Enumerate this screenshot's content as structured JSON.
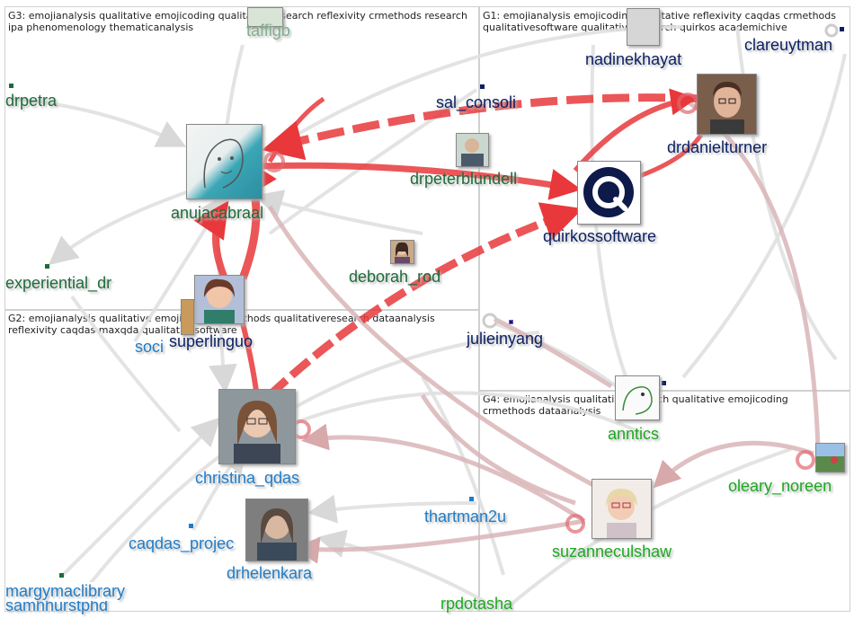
{
  "groups": {
    "g1": "G1: emojianalysis emojicoding qualitative reflexivity caqdas crmethods qualitativesoftware qualitativeresearch quirkos academichive",
    "g2": "G2: emojianalysis qualitative emojicoding crmethods qualitativeresearch dataanalysis reflexivity caqdas maxqda qualitativesoftware",
    "g3": "G3: emojianalysis qualitative emojicoding qualitativeresearch reflexivity crmethods research ipa phenomenology thematicanalysis",
    "g4": "G4: emojianalysis qualitativeresearch qualitative emojicoding crmethods dataanalysis"
  },
  "nodes": {
    "taffigb": "taffigb",
    "drpetra": "drpetra",
    "experiential_dr": "experiential_dr",
    "anujacabraal": "anujacabraal",
    "superlinguo": "superlinguo",
    "soci": "soci",
    "sal_consoli": "sal_consoli",
    "drpeterblundell": "drpeterblundell",
    "deborah_rod": "deborah_rod",
    "nadinekhayat": "nadinekhayat",
    "clareuytman": "clareuytman",
    "drdanielturner": "drdanielturner",
    "quirkossoftware": "quirkossoftware",
    "julieinyang": "julieinyang",
    "anntics": "anntics",
    "oleary_noreen": "oleary_noreen",
    "suzanneculshaw": "suzanneculshaw",
    "christina_qdas": "christina_qdas",
    "thartman2u": "thartman2u",
    "caqdas_projec": "caqdas_projec",
    "drhelenkara": "drhelenkara",
    "margymaclibrary": "margymaclibrary",
    "samhhurstphd": "samhhurstphd",
    "rpdotasha": "rpdotasha"
  },
  "colors": {
    "strong_edge": "#e8383b",
    "weak_edge": "#dcdcdc",
    "mid_edge": "#d9b5b7",
    "navy_label": "#0b1f63",
    "green_label": "#1e6b3a",
    "bright_label": "#1ea822",
    "blue_label": "#1f7cc8"
  }
}
